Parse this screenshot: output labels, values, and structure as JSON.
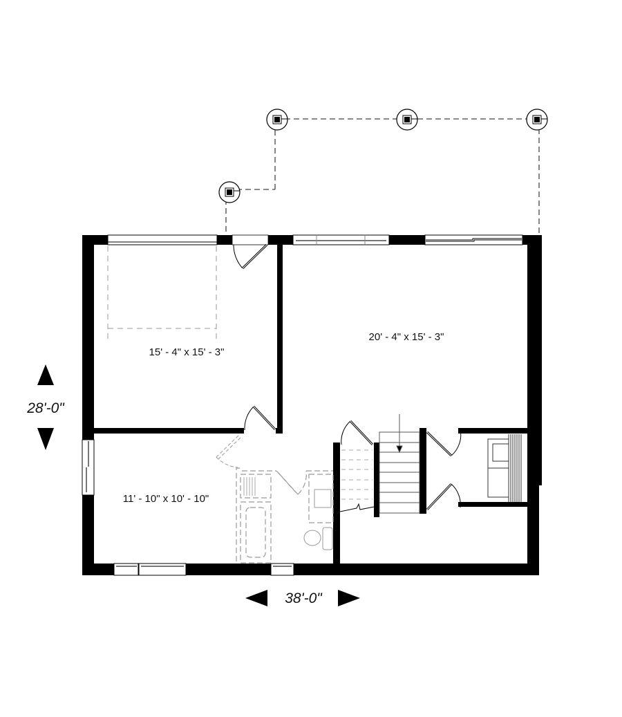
{
  "plan": {
    "type": "basement floor plan",
    "overall_width": "38'-0\"",
    "overall_depth": "28'-0\"",
    "colors": {
      "wall": "#000000",
      "background": "#ffffff",
      "fixture_line": "#9a9a9a",
      "dash_line": "#555555"
    }
  },
  "rooms": [
    {
      "id": "bedroom-1",
      "dimensions": "15' - 4\" x 15' - 3\""
    },
    {
      "id": "family-room",
      "dimensions": "20' - 4\" x 15' - 3\""
    },
    {
      "id": "bedroom-2",
      "dimensions": "11' - 10\" x 10' - 10\""
    }
  ],
  "dimensions": {
    "width_label": "38'-0\"",
    "depth_label": "28'-0\""
  },
  "posts": [
    {
      "id": "post-1"
    },
    {
      "id": "post-2"
    },
    {
      "id": "post-3"
    },
    {
      "id": "post-4"
    }
  ],
  "stairs": {
    "treads": 8,
    "direction": "down"
  }
}
